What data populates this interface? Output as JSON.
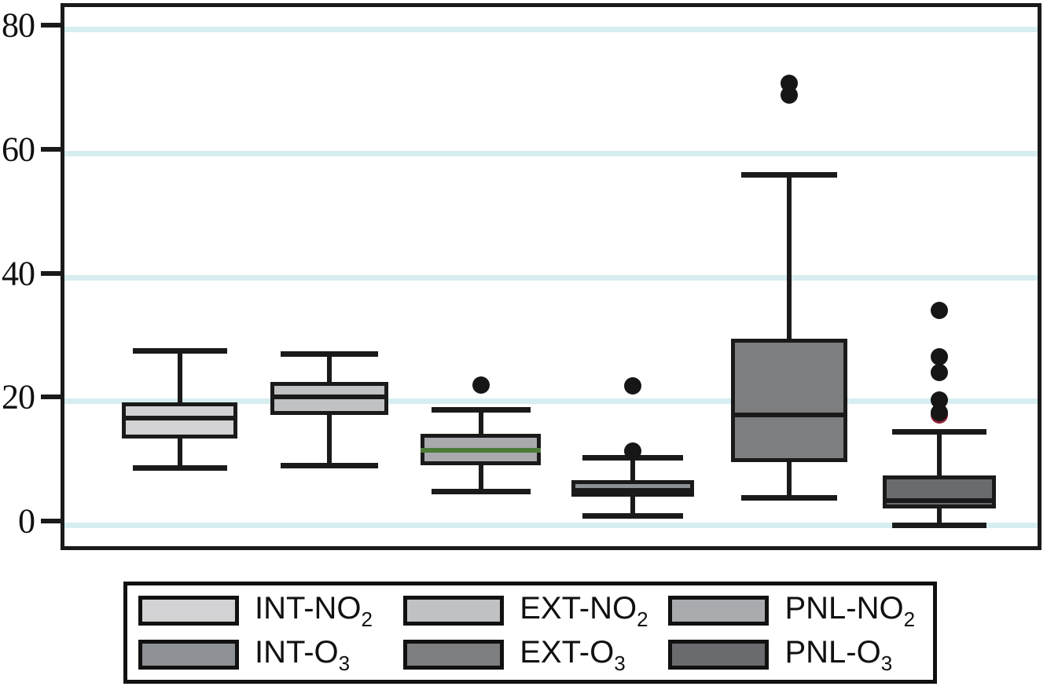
{
  "chart_data": {
    "type": "box",
    "title": "",
    "xlabel": "",
    "ylabel": "",
    "ylim": [
      0,
      84
    ],
    "y_ticks": [
      0,
      20,
      40,
      60,
      80
    ],
    "y_tick_labels": [
      "0",
      "20",
      "40",
      "60",
      "80"
    ],
    "grid": true,
    "grid_color": "#d7eef1",
    "legend_position": "bottom",
    "categories": [
      "INT-NO2",
      "EXT-NO2",
      "PNL-NO2",
      "INT-O3",
      "EXT-O3",
      "PNL-O3"
    ],
    "series": [
      {
        "name": "INT-NO2",
        "label_html": "INT-NO<sub>2</sub>",
        "color": "#d2d2d4",
        "whisker_low": 9.3,
        "q1": 13.9,
        "median": 17.2,
        "q3": 19.8,
        "whisker_high": 28.2,
        "median_color": "#1a1a1a",
        "outliers": []
      },
      {
        "name": "EXT-NO2",
        "label_html": "EXT-NO<sub>2</sub>",
        "color": "#bfc1c3",
        "whisker_low": 9.6,
        "q1": 17.8,
        "median": 20.7,
        "q3": 23.1,
        "whisker_high": 27.6,
        "median_color": "#1a1a1a",
        "outliers": []
      },
      {
        "name": "PNL-NO2",
        "label_html": "PNL-NO<sub>2</sub>",
        "color": "#a8aaae",
        "whisker_low": 5.4,
        "q1": 9.6,
        "median": 12.0,
        "q3": 14.7,
        "whisker_high": 18.7,
        "median_color": "#4d7a3a",
        "outliers": [
          22.6
        ]
      },
      {
        "name": "INT-O3",
        "label_html": "INT-O<sub>3</sub>",
        "color": "#8d9094",
        "whisker_low": 1.5,
        "q1": 4.6,
        "median": 5.6,
        "q3": 7.2,
        "whisker_high": 10.9,
        "median_color": "#1a1a1a",
        "outliers": [
          22.5,
          11.9
        ]
      },
      {
        "name": "EXT-O3",
        "label_html": "EXT-O<sub>3</sub>",
        "color": "#7c7e80",
        "whisker_low": 4.4,
        "q1": 10.2,
        "median": 17.7,
        "q3": 30.1,
        "whisker_high": 56.6,
        "median_color": "#1a1a1a",
        "outliers": [
          71.2,
          69.3
        ]
      },
      {
        "name": "PNL-O3",
        "label_html": "PNL-O<sub>3</sub>",
        "color": "#696b6e",
        "whisker_low": 0.0,
        "q1": 2.7,
        "median": 3.9,
        "q3": 8.0,
        "whisker_high": 15.1,
        "median_color": "#1a1a1a",
        "outliers": [
          34.6,
          27.1,
          24.6,
          20.1,
          18.1
        ]
      }
    ],
    "annotations": [
      "PNL-NO2 median line rendered in green",
      "Lowest PNL-O3 outlier has a red tint"
    ]
  },
  "legend": {
    "rows": [
      [
        {
          "label_html": "INT-NO<sub>2</sub>",
          "color": "#d2d2d4"
        },
        {
          "label_html": "EXT-NO<sub>2</sub>",
          "color": "#bfc1c3"
        },
        {
          "label_html": "PNL-NO<sub>2</sub>",
          "color": "#a8aaae"
        }
      ],
      [
        {
          "label_html": "INT-O<sub>3</sub>",
          "color": "#8d9094"
        },
        {
          "label_html": "EXT-O<sub>3</sub>",
          "color": "#7c7e80"
        },
        {
          "label_html": "PNL-O<sub>3</sub>",
          "color": "#696b6e"
        }
      ]
    ]
  }
}
